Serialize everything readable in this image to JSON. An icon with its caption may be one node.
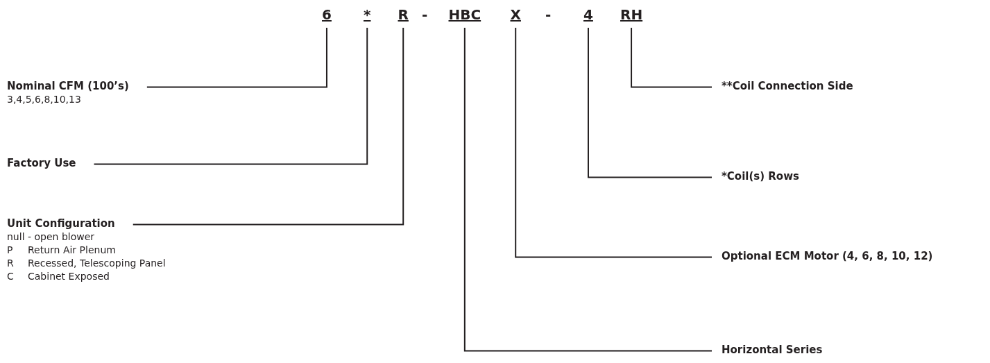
{
  "diagram": {
    "nodes": [
      {
        "text": [
          "6"
        ]
      },
      {
        "text": [
          "*"
        ]
      },
      {
        "text": [
          "R"
        ]
      },
      {
        "text": [
          "HBC"
        ]
      },
      {
        "text": [
          "X"
        ]
      },
      {
        "text": [
          "4"
        ]
      },
      {
        "text": [
          "RH"
        ]
      },
      {
        "text": [
          "Nominal CFM (100’s)",
          "3,4,5,6,8,10,13"
        ]
      },
      {
        "text": [
          "Factory Use"
        ]
      },
      {
        "text": [
          "Unit Configuration",
          "null - open blower",
          "P Return Air Plenum",
          "R Recessed, Telescoping Panel",
          "C Cabinet Exposed"
        ]
      },
      {
        "text": [
          "Horizontal Series"
        ]
      },
      {
        "text": [
          "Optional ECM Motor (4, 6, 8, 10, 12)"
        ]
      },
      {
        "text": [
          "*Coil(s) Rows"
        ]
      },
      {
        "text": [
          "**Coil Connection Side"
        ]
      }
    ],
    "edges": [
      {
        "from": 0,
        "to": 7,
        "arrow": "none"
      },
      {
        "from": 1,
        "to": 8,
        "arrow": "none"
      },
      {
        "from": 2,
        "to": 9,
        "arrow": "none"
      },
      {
        "from": 3,
        "to": 10,
        "arrow": "none"
      },
      {
        "from": 4,
        "to": 11,
        "arrow": "none"
      },
      {
        "from": 5,
        "to": 12,
        "arrow": "none"
      },
      {
        "from": 6,
        "to": 13,
        "arrow": "none"
      }
    ],
    "labels": [
      "-",
      "-"
    ]
  }
}
